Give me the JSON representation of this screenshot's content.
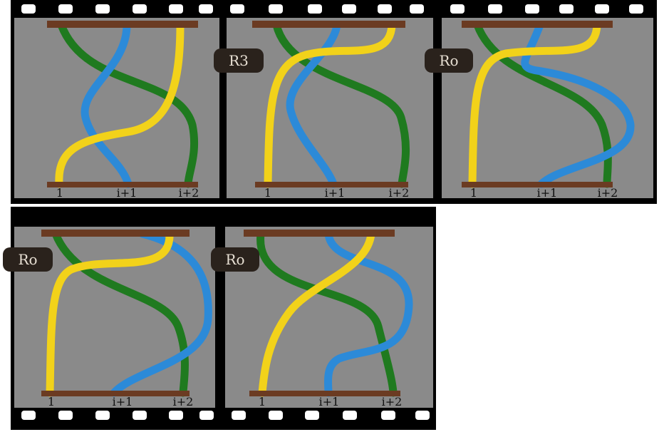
{
  "panels": [
    {
      "labels": [
        "1",
        "i+1",
        "i+2"
      ]
    },
    {
      "move": "R3",
      "labels": [
        "1",
        "i+1",
        "i+2"
      ]
    },
    {
      "move": "Ro",
      "labels": [
        "1",
        "i+1",
        "i+2"
      ]
    },
    {
      "move": "Ro",
      "labels": [
        "1",
        "i+1",
        "i+2"
      ]
    },
    {
      "move": "Ro",
      "labels": [
        "1",
        "i+1",
        "i+2"
      ]
    }
  ],
  "colors": {
    "green": "#1f7a1f",
    "blue": "#2c8ad8",
    "yellow": "#f2d21a",
    "bar": "#6b3b22",
    "background": "#8a8a8a"
  },
  "icons": {
    "sprocket": "film-sprocket-hole",
    "bar": "wooden-bar"
  }
}
